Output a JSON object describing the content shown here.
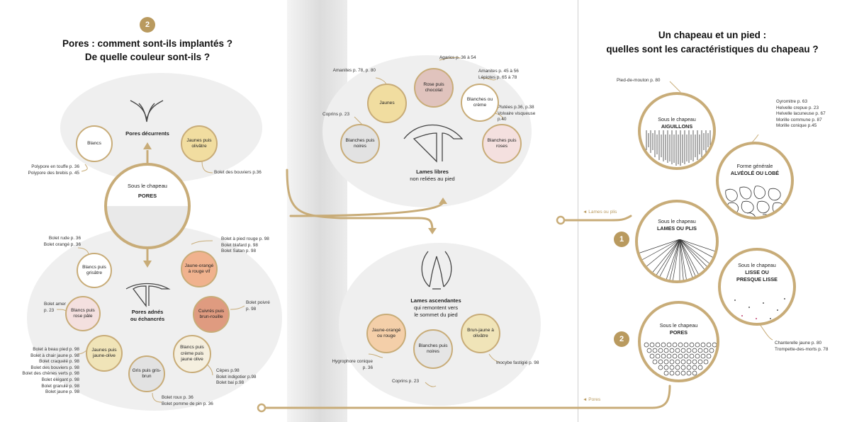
{
  "colors": {
    "gold": "#c8ac78",
    "blob": "#efefef",
    "yellow": "#f1dda0",
    "pinklight": "#f4e0df",
    "rosechoco": "#e0c3bd",
    "orange": "#f0b28e",
    "brownorange": "#df9b80",
    "grey": "#e2e2e2",
    "olive": "#f0e4b8",
    "palecream": "#f5efdf",
    "peach": "#f4cfa9",
    "greyblank": "#e5e5e5"
  },
  "left": {
    "number": "2",
    "title_line1": "Pores : comment sont-ils implantés ?",
    "title_line2": "De quelle couleur sont-ils ?",
    "center_label": "Sous le chapeau",
    "center_bold": "PORES",
    "decurrent_label": "Pores décurrents",
    "adnate_label_1": "Pores adnés",
    "adnate_label_2": "ou échancrés",
    "circles": {
      "blancs": "Blancs",
      "jaunes_olivatre": "Jaunes puis olivâtre",
      "blancs_grisatre": "Blancs puis grisâtre",
      "jaune_orange_rouge": "Jaune-orangé à rouge vif",
      "blancs_rose": "Blancs puis rose pâle",
      "cuivres": "Cuivrés puis brun-rouille",
      "jaunes_jaune_olive": "Jaunes puis jaune-olive",
      "gris_brun": "Gris puis gris-brun",
      "blancs_creme_olive": "Blancs puis crème puis jaune olive"
    },
    "refs": {
      "polypore": [
        "Polypore en touffe p. 36",
        "Polypore des brebis p. 45"
      ],
      "bolet_bouviers": "Bolet des bouviers p.36",
      "bolet_rude": [
        "Bolet rude p. 36",
        "Bolet orangé p. 36"
      ],
      "bolet_pied_rouge": [
        "Bolet à pied rouge p. 98",
        "Bolet blafard p. 98",
        "Bolet Satan p. 98"
      ],
      "bolet_amer": [
        "Bolet amer",
        "p. 23"
      ],
      "bolet_poivre": [
        "Bolet poivré",
        "p. 98"
      ],
      "bolet_list": [
        "Bolet à beau pied p. 98",
        "Bolet à chair jaune p. 98",
        "Bolet craquelé p. 98",
        "Bolet des bouviers p. 98",
        "Bolet des chênes verts p. 98",
        "Bolet élégant p. 98",
        "Bolet granulé p. 98",
        "Bolet jaune p. 98"
      ],
      "cepes": [
        "Cèpes p.98",
        "Bolet indigotier p.98",
        "Bolet bai p.98"
      ],
      "bolet_roux": [
        "Bolet roux p. 36",
        "Bolet pomme de pin p. 36"
      ]
    }
  },
  "middle": {
    "circles": {
      "jaunes": "Jaunes",
      "rose_choco": "Rose puis chocolat",
      "blanches_creme": "Blanches ou crème",
      "blanches_noires": "Blanches puis noires",
      "blanches_roses": "Blanches puis roses",
      "jaune_orange_rouge": "Jaune-orangé ou rouge",
      "blanches_noires2": "Blanches puis noires",
      "brun_jaune": "Brun-jaune à olivâtre"
    },
    "lames_libres": "Lames libres",
    "lames_libres_sub": "non reliées au pied",
    "lames_asc": "Lames ascendantes",
    "lames_asc_sub1": "qui remontent vers",
    "lames_asc_sub2": "le sommet du pied",
    "refs": {
      "agarics": "Agarics p. 36 à 54",
      "amanites1": "Amanites p. 78, p. 80",
      "amanites2": [
        "Amanites p. 45 à 56",
        "Lépiotes p. 65 à 78"
      ],
      "coprins": "Coprins p. 23",
      "plutees": [
        "Plutées p.36, p.38",
        "Volvaire visqueuse",
        "p.40"
      ],
      "hygrophore": [
        "Hygrophore conique",
        "p. 36"
      ],
      "coprins2": "Coprins p. 23",
      "inocybe": "Inocybe fastigié p. 98"
    }
  },
  "right": {
    "title_line1": "Un chapeau et un pied :",
    "title_line2": "quelles sont les caractéristiques du chapeau ?",
    "pied_mouton": "Pied-de-mouton p. 80",
    "aiguillons_top": "Sous le chapeau",
    "aiguillons": "AIGUILLONS",
    "alveole_top": "Forme générale",
    "alveole": "ALVÉOLÉ OU LOBÉ",
    "alveole_refs": [
      "Gyromitre p. 63",
      "Helvelle crepue p. 23",
      "Helvelle lacuneuse p. 67",
      "Morille commune p. 87",
      "Morille conique p.45"
    ],
    "lames_top": "Sous le chapeau",
    "lames": "LAMES OU PLIS",
    "lisse_top": "Sous le chapeau",
    "lisse": "LISSE OU PRESQUE LISSE",
    "lisse_refs": [
      "Chanterelle jaune p. 80",
      "Trompette-des-morts p. 78"
    ],
    "pores_top": "Sous le chapeau",
    "pores": "PORES",
    "num1": "1",
    "num2": "2",
    "arrow_lames": "◄ Lames ou plis",
    "arrow_pores": "◄ Pores"
  }
}
